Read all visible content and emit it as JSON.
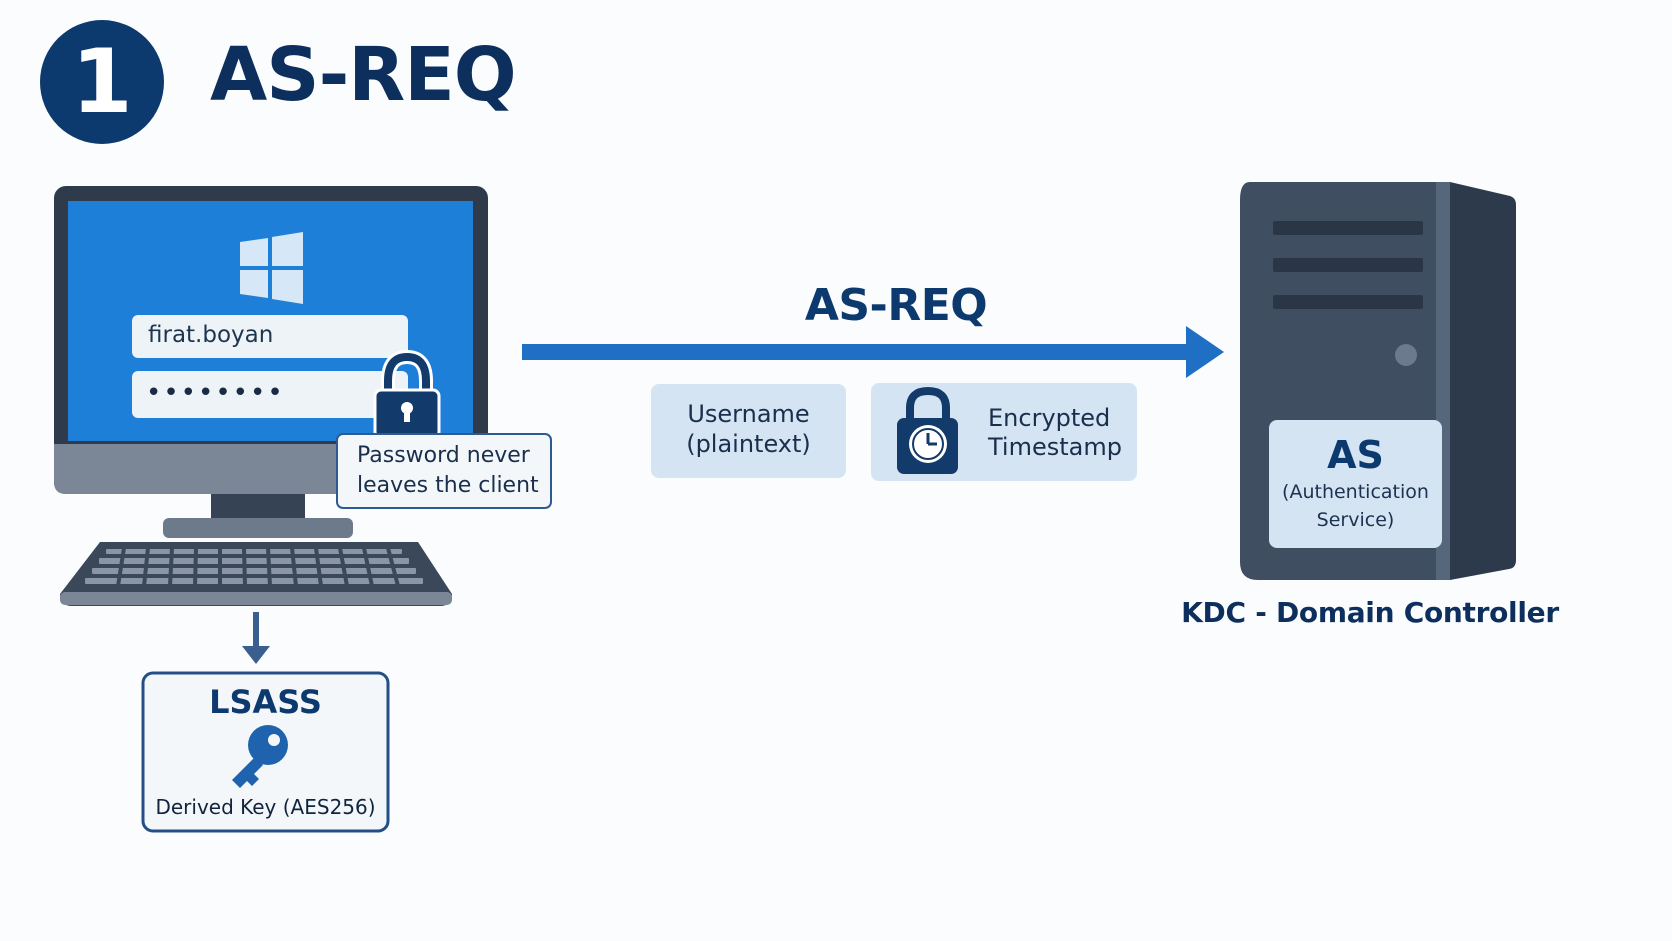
{
  "header": {
    "step_number": "1",
    "title": "AS-REQ"
  },
  "client": {
    "username_value": "firat.boyan",
    "password_mask": "••••••••",
    "callout_line1": "Password never",
    "callout_line2": "leaves the client"
  },
  "lsass": {
    "title": "LSASS",
    "key_label": "Derived Key (AES256)"
  },
  "message": {
    "arrow_label": "AS-REQ",
    "username_line1": "Username",
    "username_line2": "(plaintext)",
    "timestamp_line1": "Encrypted",
    "timestamp_line2": "Timestamp"
  },
  "server": {
    "service_title": "AS",
    "service_sub_line1": "(Authentication",
    "service_sub_line2": "Service)",
    "label": "KDC - Domain Controller"
  },
  "colors": {
    "navy": "#0d3a6e",
    "accent_blue": "#1f6fc4",
    "screen_blue": "#1e7fd8",
    "pill_bg": "#d4e4f2",
    "server_dark": "#3f4e61"
  },
  "icons": [
    "windows-logo-icon",
    "padlock-icon",
    "clock-lock-icon",
    "key-icon",
    "arrow-down-icon",
    "arrow-right-icon",
    "server-tower-icon"
  ]
}
